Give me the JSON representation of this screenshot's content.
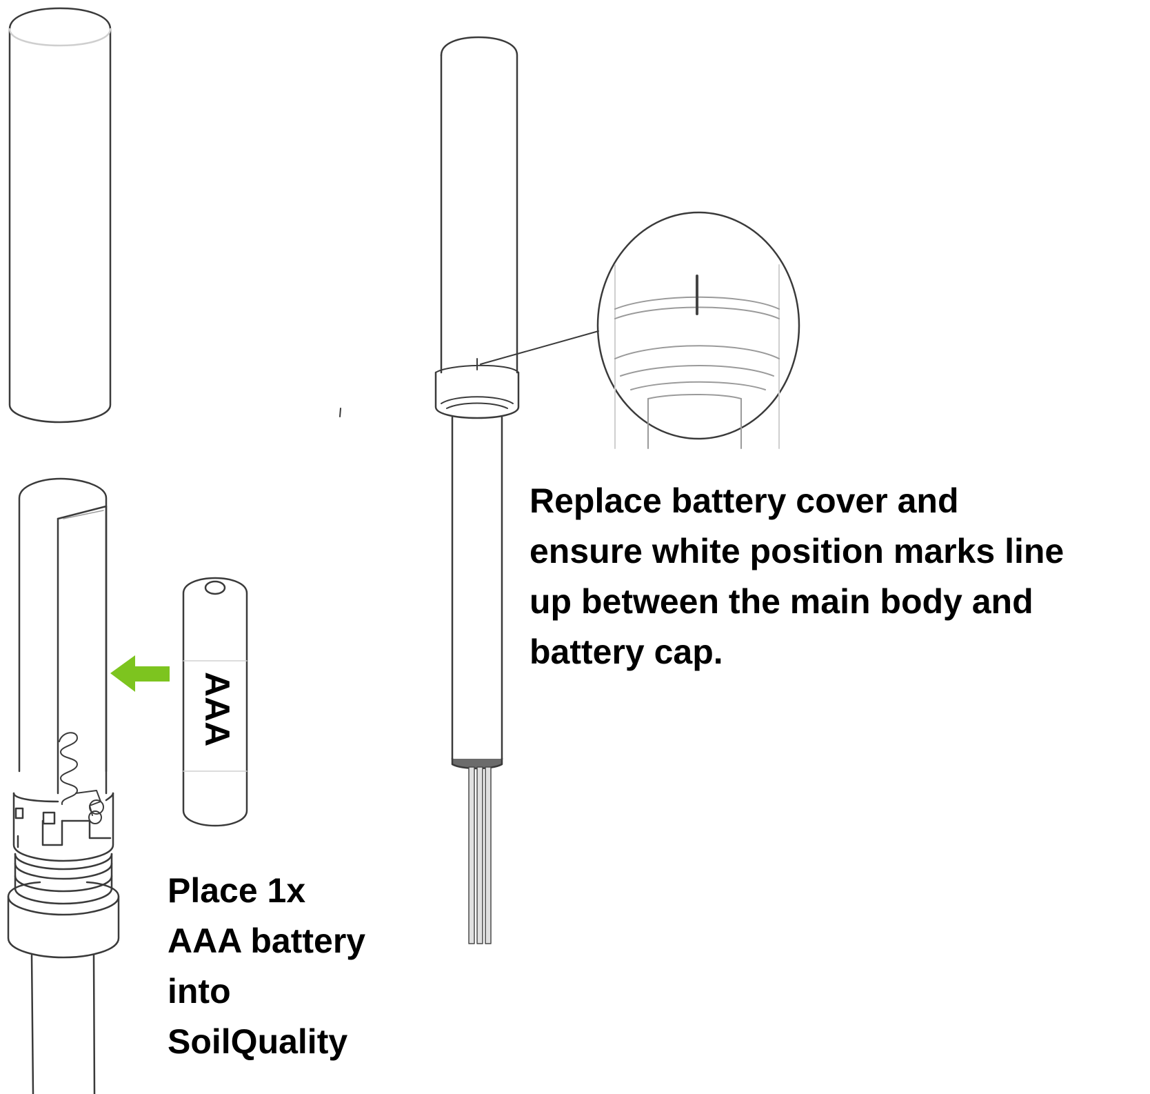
{
  "instructions": {
    "right": {
      "lines": [
        "Replace battery cover and",
        "ensure white position marks line",
        "up between the main body and",
        "battery cap."
      ]
    },
    "left": {
      "lines": [
        "Place 1x",
        "AAA battery",
        "into",
        "SoilQuality"
      ]
    }
  },
  "battery_label": "AAA",
  "colors": {
    "arrow": "#7dc41f",
    "line": "#3a3a3a",
    "text": "#000000"
  },
  "icons": {
    "insert_arrow": "arrow-left-icon",
    "battery": "aaa-battery-icon",
    "magnifier": "detail-zoom-circle"
  }
}
